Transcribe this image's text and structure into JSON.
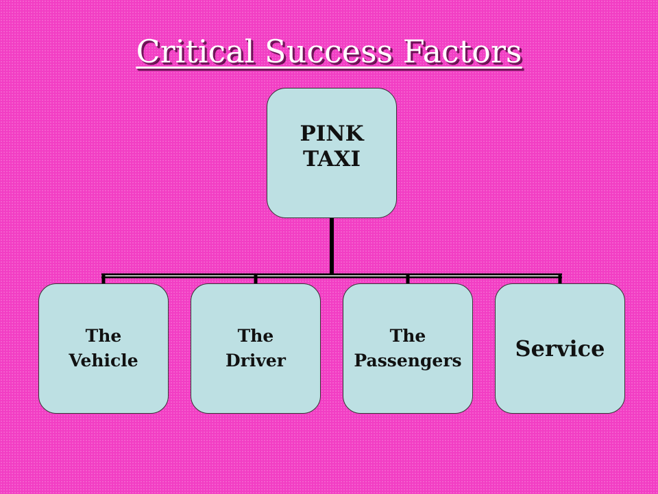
{
  "title": "Critical Success Factors",
  "root": {
    "label": "PINK\nTAXI"
  },
  "children": [
    {
      "label": "The\nVehicle"
    },
    {
      "label": "The\nDriver"
    },
    {
      "label": "The\nPassengers"
    },
    {
      "label": "Service"
    }
  ],
  "colors": {
    "background": "#f23ec4",
    "box_fill": "#bde0e3",
    "connector": "#000000",
    "title_text": "#ffffff"
  }
}
